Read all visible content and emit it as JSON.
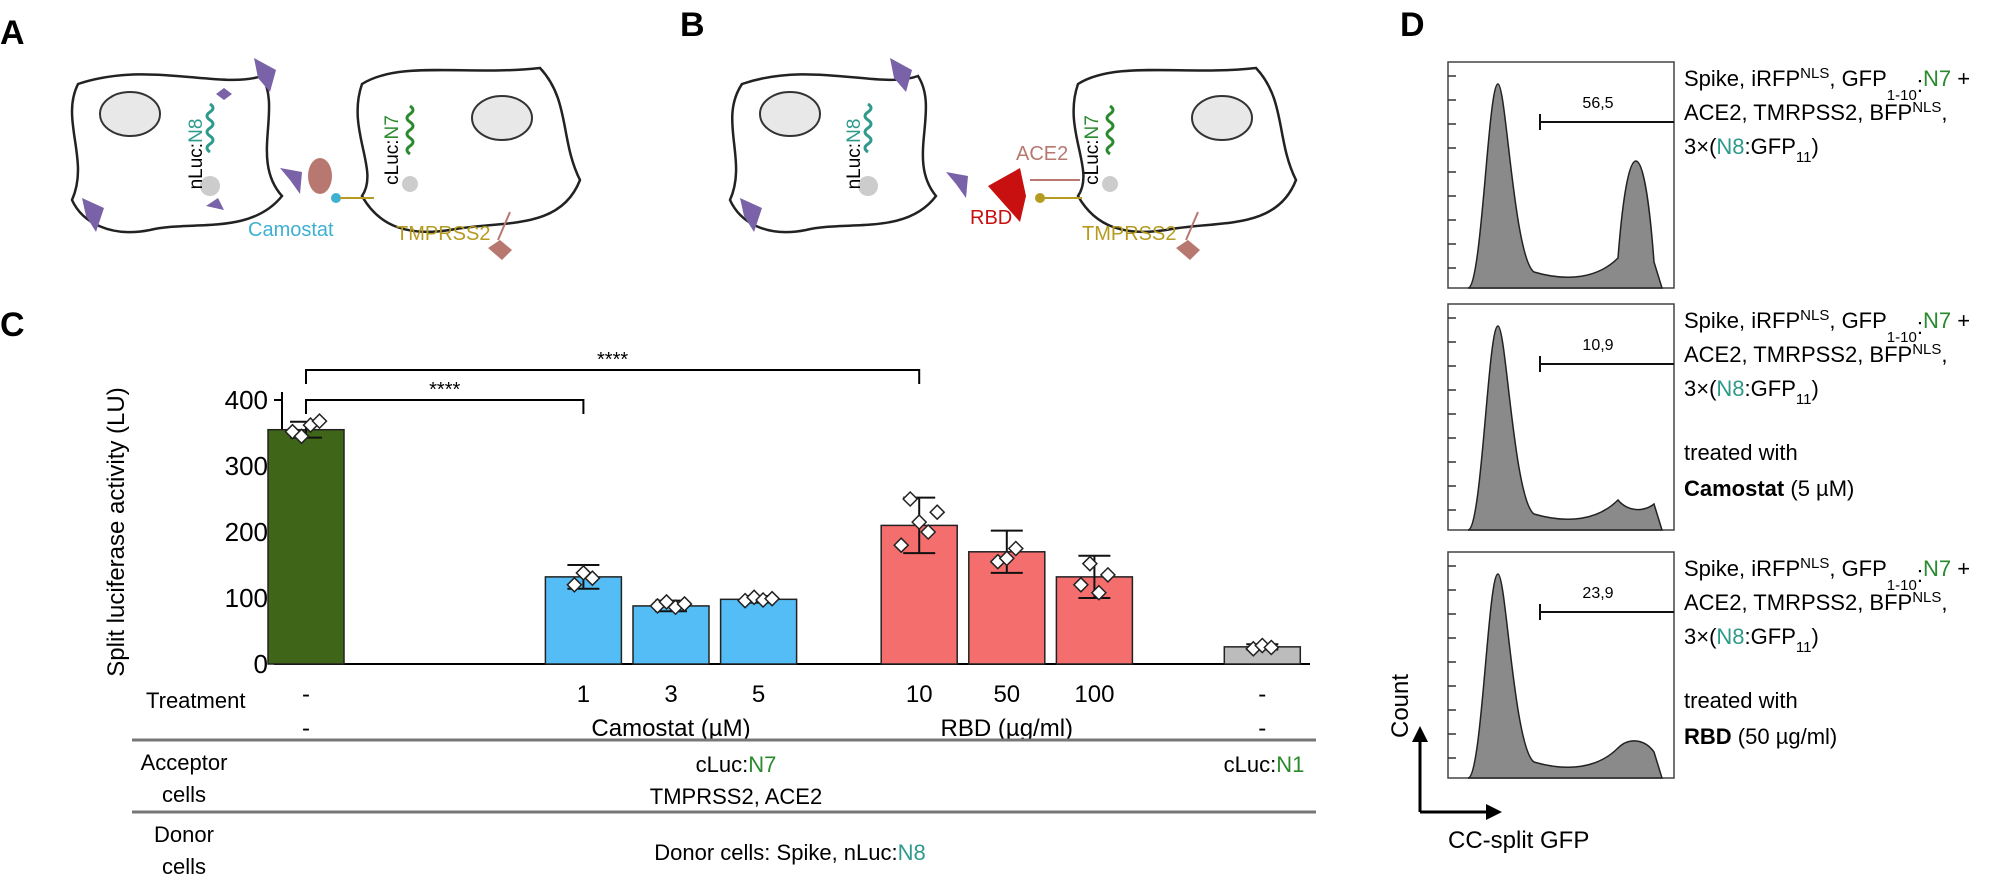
{
  "panels": {
    "A": "A",
    "B": "B",
    "C": "C",
    "D": "D"
  },
  "panel_a": {
    "n8": "N8",
    "n7": "N7",
    "nluc": "nLuc:",
    "cluc": "cLuc:",
    "camostat": "Camostat",
    "tmprss2": "TMPRSS2"
  },
  "panel_b": {
    "n8": "N8",
    "n7": "N7",
    "nluc": "nLuc:",
    "cluc": "cLuc:",
    "ace2": "ACE2",
    "rbd": "RBD",
    "tmprss2": "TMPRSS2"
  },
  "colors": {
    "n8": "#2e9a8c",
    "n7": "#2a8a2e",
    "camostat": "#3fb0d0",
    "tmprss2": "#b59b20",
    "ace2": "#b87870",
    "rbd": "#c81010",
    "spike": "#7a62a8"
  },
  "chart_data": {
    "type": "bar",
    "ylabel": "Split luciferase activity (LU)",
    "ylim": [
      0,
      400
    ],
    "yticks": [
      "0",
      "100",
      "200",
      "300",
      "400"
    ],
    "grid": false,
    "categories": [
      "-",
      "1",
      "3",
      "5",
      "10",
      "50",
      "100",
      "-"
    ],
    "values": [
      355,
      132,
      88,
      98,
      210,
      170,
      132,
      26
    ],
    "errors": [
      12,
      18,
      8,
      5,
      42,
      32,
      32,
      4
    ],
    "colors": [
      "#3f6618",
      "#55bdf5",
      "#55bdf5",
      "#55bdf5",
      "#f46e6e",
      "#f46e6e",
      "#f46e6e",
      "#bcbcbc"
    ],
    "points": [
      [
        352,
        345,
        362,
        368
      ],
      [
        120,
        138,
        130
      ],
      [
        88,
        94,
        86,
        91
      ],
      [
        96,
        101,
        97,
        99
      ],
      [
        180,
        250,
        215,
        200,
        230
      ],
      [
        155,
        160,
        175
      ],
      [
        120,
        152,
        108,
        135
      ],
      [
        23,
        28,
        25
      ]
    ],
    "significance": [
      {
        "from": 0,
        "to": 1,
        "label": "****"
      },
      {
        "from": 0,
        "to": 4,
        "label": "****"
      }
    ],
    "treatment": {
      "label": "Treatment",
      "groups": [
        {
          "text": "-",
          "at": 0
        },
        {
          "text": "Camostat (µM)",
          "at": 2
        },
        {
          "text": "RBD (µg/ml)",
          "at": 5
        },
        {
          "text": "-",
          "at": 7
        }
      ]
    },
    "acceptor": {
      "label1": "Acceptor",
      "label2": "cells",
      "main": "cLuc:",
      "n7": "N7",
      "main2": "TMPRSS2, ACE2",
      "right": "cLuc:",
      "n1": "N1"
    },
    "donor": {
      "label1": "Donor",
      "label2": "cells",
      "text": "Donor cells: Spike, nLuc:",
      "n8": "N8"
    }
  },
  "panel_d": {
    "ylabel": "Count",
    "xlabel": "CC-split GFP",
    "histograms": [
      {
        "gate": "56,5",
        "legend": {
          "l1": "Spike, iRFP",
          "nls": "NLS",
          "gfp": ", GFP",
          "sub": "1-10",
          "colon": ":",
          "n7": "N7",
          "plus": " +",
          "l2": "ACE2, TMRPSS2, BFP",
          "nls2": "NLS",
          "comma": ",",
          "l3a": "3×(",
          "n8": "N8",
          "l3b": ":GFP",
          "sub11": "11",
          "l3c": ")",
          "treated": "",
          "drug": "",
          "dose": ""
        }
      },
      {
        "gate": "10,9",
        "legend": {
          "l1": "Spike, iRFP",
          "nls": "NLS",
          "gfp": ", GFP",
          "sub": "1-10",
          "colon": ":",
          "n7": "N7",
          "plus": " +",
          "l2": "ACE2, TMRPSS2, BFP",
          "nls2": "NLS",
          "comma": ",",
          "l3a": "3×(",
          "n8": "N8",
          "l3b": ":GFP",
          "sub11": "11",
          "l3c": ")",
          "treated": "treated with",
          "drug": "Camostat",
          "dose": " (5 µM)"
        }
      },
      {
        "gate": "23,9",
        "legend": {
          "l1": "Spike, iRFP",
          "nls": "NLS",
          "gfp": ", GFP",
          "sub": "1-10",
          "colon": ":",
          "n7": "N7",
          "plus": " +",
          "l2": "ACE2, TMRPSS2, BFP",
          "nls2": "NLS",
          "comma": ",",
          "l3a": "3×(",
          "n8": "N8",
          "l3b": ":GFP",
          "sub11": "11",
          "l3c": ")",
          "treated": "treated with",
          "drug": "RBD",
          "dose": " (50 µg/ml)"
        }
      }
    ]
  }
}
